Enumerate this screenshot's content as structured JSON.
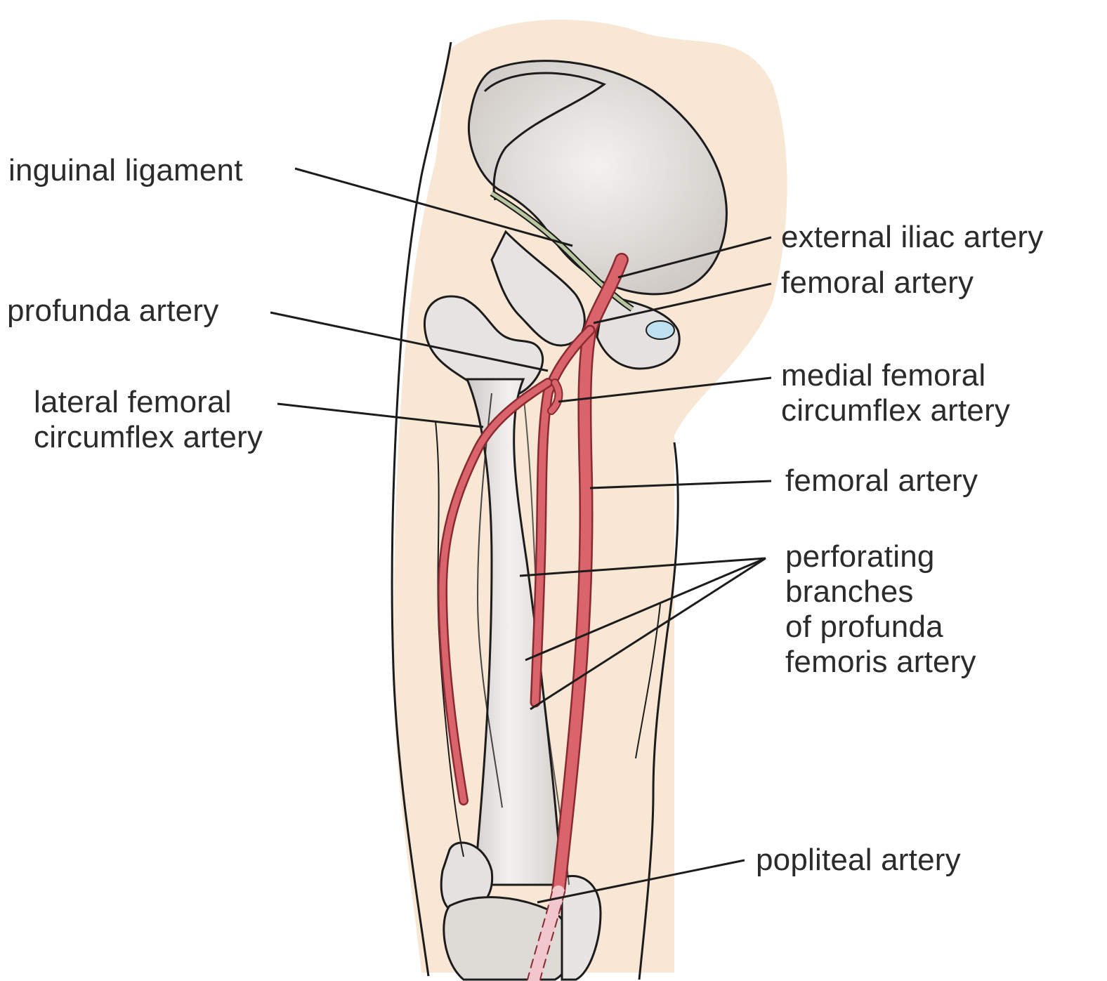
{
  "colors": {
    "skin": "#f7e7d4",
    "bone": "#dedbd8",
    "bone_light": "#f0eeec",
    "artery": "#d9646c",
    "artery_outline": "#8a2a30",
    "ligament": "#b8c7a0",
    "outline": "#1c1c1c",
    "leader": "#1c1c1c",
    "text": "#2b2b2b"
  },
  "labels": {
    "inguinal_ligament": "inguinal ligament",
    "external_iliac_artery": "external iliac artery",
    "femoral_artery_upper": "femoral artery",
    "profunda_artery": "profunda artery",
    "medial_femoral_line1": "medial femoral",
    "medial_femoral_line2": "circumflex artery",
    "lateral_femoral_line1": "lateral femoral",
    "lateral_femoral_line2": "circumflex artery",
    "femoral_artery_lower": "femoral artery",
    "perforating_line1": "perforating",
    "perforating_line2": "branches",
    "perforating_line3": "of profunda",
    "perforating_line4": "femoris artery",
    "popliteal_artery": "popliteal artery"
  }
}
